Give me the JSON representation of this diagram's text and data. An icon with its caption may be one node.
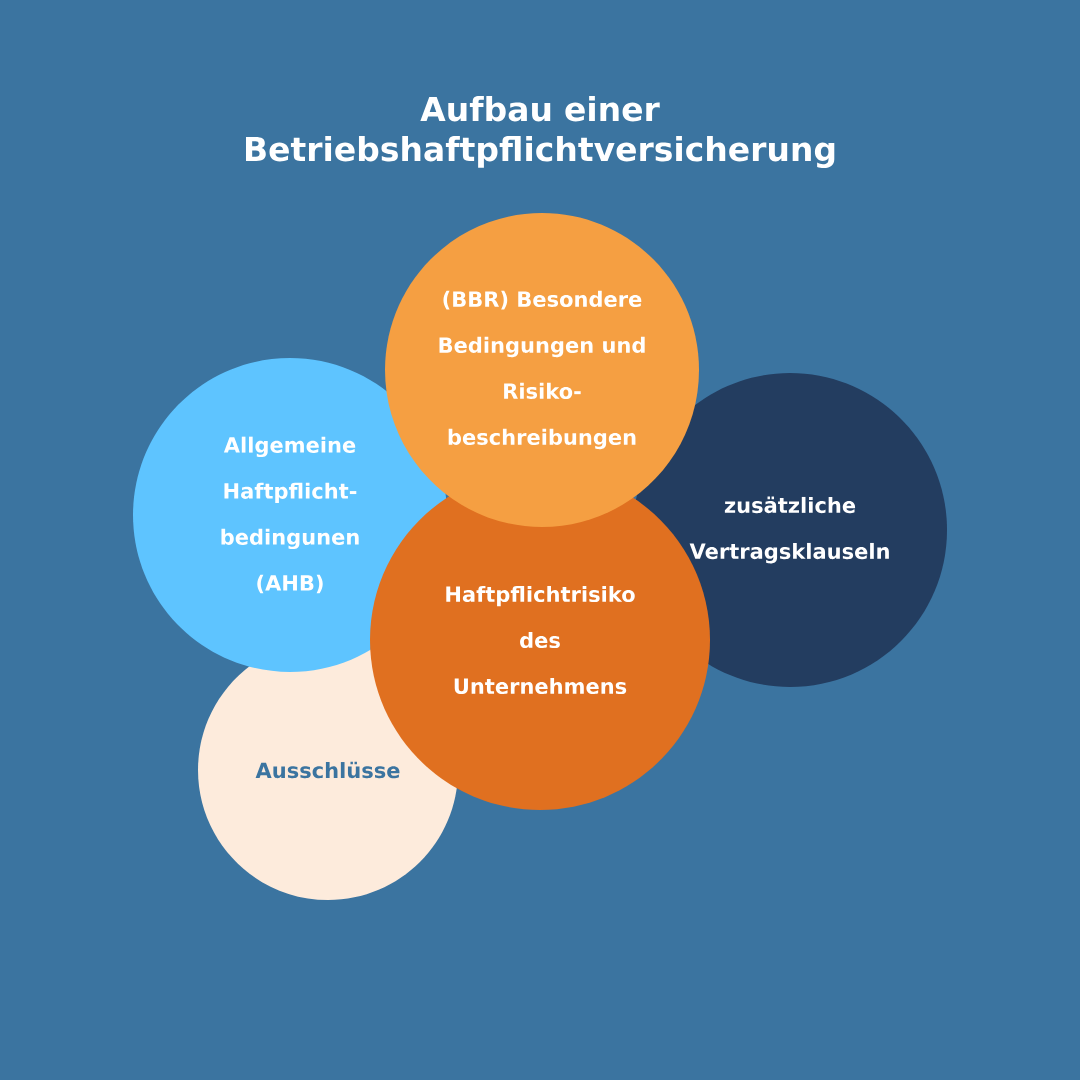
{
  "diagram": {
    "title": "Aufbau einer Betriebshaftpflichtversicherung",
    "nodes": [
      {
        "text": [
          "(BBR) Besondere Bedingungen und Risiko- beschreibungen"
        ]
      },
      {
        "text": [
          "Allgemeine Haftpflicht- bedingunen (AHB)"
        ]
      },
      {
        "text": [
          "zusätzliche Vertragsklauseln"
        ]
      },
      {
        "text": [
          "Haftpflichtrisiko des Unternehmens"
        ]
      },
      {
        "text": [
          "Ausschlüsse"
        ]
      }
    ]
  }
}
